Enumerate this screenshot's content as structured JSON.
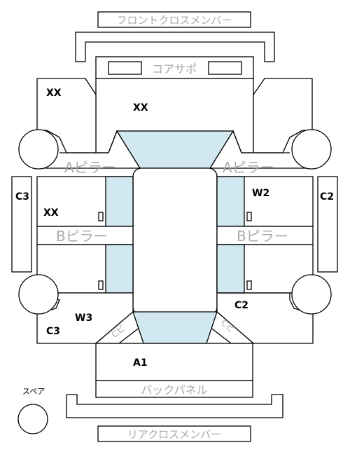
{
  "labels": {
    "front_cross_member": "フロントクロスメンバー",
    "core_support": "コアサポ",
    "a_pillar_left": "Aピラー",
    "a_pillar_right": "Aピラー",
    "b_pillar_left": "Bピラー",
    "b_pillar_right": "Bピラー",
    "back_panel": "バックパネル",
    "rear_cross_member": "リアクロスメンバー",
    "spare": "スペア",
    "c_left": "Cピ",
    "c_right": "Cピ"
  },
  "codes": {
    "fender_left": "XX",
    "hood": "XX",
    "front_door_right": "W2",
    "front_door_left": "XX",
    "quarter_left": "W3",
    "quarter_right": "C2",
    "quarter_left_lower": "C3",
    "trunk": "A1",
    "step_left": "C3",
    "step_right": "C2"
  },
  "colors": {
    "glass": "#d2e8f0",
    "outline": "#000000",
    "label_grey": "#ababab"
  }
}
